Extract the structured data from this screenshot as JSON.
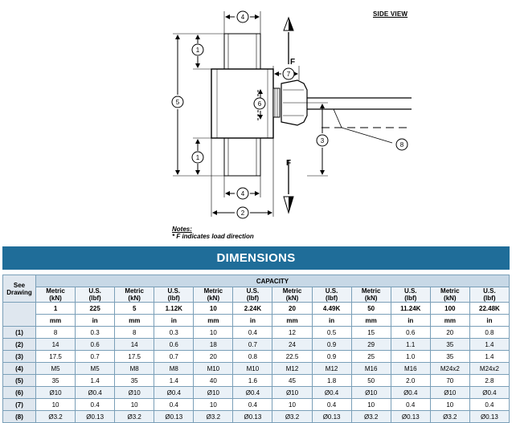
{
  "drawing": {
    "side_view": "SIDE VIEW",
    "force_top": "F",
    "force_bottom": "F",
    "callouts": [
      "4",
      "1",
      "5",
      "6",
      "7",
      "1",
      "3",
      "8",
      "4",
      "2"
    ],
    "notes_title": "Notes:",
    "notes_line": "* F indicates load direction"
  },
  "banner": {
    "title": "DIMENSIONS"
  },
  "table": {
    "see_drawing": "See Drawing",
    "capacity": "CAPACITY",
    "unit_headers": [
      "Metric (kN)",
      "U.S. (lbf)",
      "Metric (kN)",
      "U.S. (lbf)",
      "Metric (kN)",
      "U.S. (lbf)",
      "Metric (kN)",
      "U.S. (lbf)",
      "Metric (kN)",
      "U.S. (lbf)",
      "Metric (kN)",
      "U.S. (lbf)"
    ],
    "capacities": [
      "1",
      "225",
      "5",
      "1.12K",
      "10",
      "2.24K",
      "20",
      "4.49K",
      "50",
      "11.24K",
      "100",
      "22.48K"
    ],
    "length_units": [
      "mm",
      "in",
      "mm",
      "in",
      "mm",
      "in",
      "mm",
      "in",
      "mm",
      "in",
      "mm",
      "in"
    ],
    "rows": [
      {
        "label": "(1)",
        "cells": [
          "8",
          "0.3",
          "8",
          "0.3",
          "10",
          "0.4",
          "12",
          "0.5",
          "15",
          "0.6",
          "20",
          "0.8"
        ]
      },
      {
        "label": "(2)",
        "cells": [
          "14",
          "0.6",
          "14",
          "0.6",
          "18",
          "0.7",
          "24",
          "0.9",
          "29",
          "1.1",
          "35",
          "1.4"
        ]
      },
      {
        "label": "(3)",
        "cells": [
          "17.5",
          "0.7",
          "17.5",
          "0.7",
          "20",
          "0.8",
          "22.5",
          "0.9",
          "25",
          "1.0",
          "35",
          "1.4"
        ]
      },
      {
        "label": "(4)",
        "cells": [
          "M5",
          "M5",
          "M8",
          "M8",
          "M10",
          "M10",
          "M12",
          "M12",
          "M16",
          "M16",
          "M24x2",
          "M24x2"
        ]
      },
      {
        "label": "(5)",
        "cells": [
          "35",
          "1.4",
          "35",
          "1.4",
          "40",
          "1.6",
          "45",
          "1.8",
          "50",
          "2.0",
          "70",
          "2.8"
        ]
      },
      {
        "label": "(6)",
        "cells": [
          "Ø10",
          "Ø0.4",
          "Ø10",
          "Ø0.4",
          "Ø10",
          "Ø0.4",
          "Ø10",
          "Ø0.4",
          "Ø10",
          "Ø0.4",
          "Ø10",
          "Ø0.4"
        ]
      },
      {
        "label": "(7)",
        "cells": [
          "10",
          "0.4",
          "10",
          "0.4",
          "10",
          "0.4",
          "10",
          "0.4",
          "10",
          "0.4",
          "10",
          "0.4"
        ]
      },
      {
        "label": "(8)",
        "cells": [
          "Ø3.2",
          "Ø0.13",
          "Ø3.2",
          "Ø0.13",
          "Ø3.2",
          "Ø0.13",
          "Ø3.2",
          "Ø0.13",
          "Ø3.2",
          "Ø0.13",
          "Ø3.2",
          "Ø0.13"
        ]
      }
    ]
  }
}
